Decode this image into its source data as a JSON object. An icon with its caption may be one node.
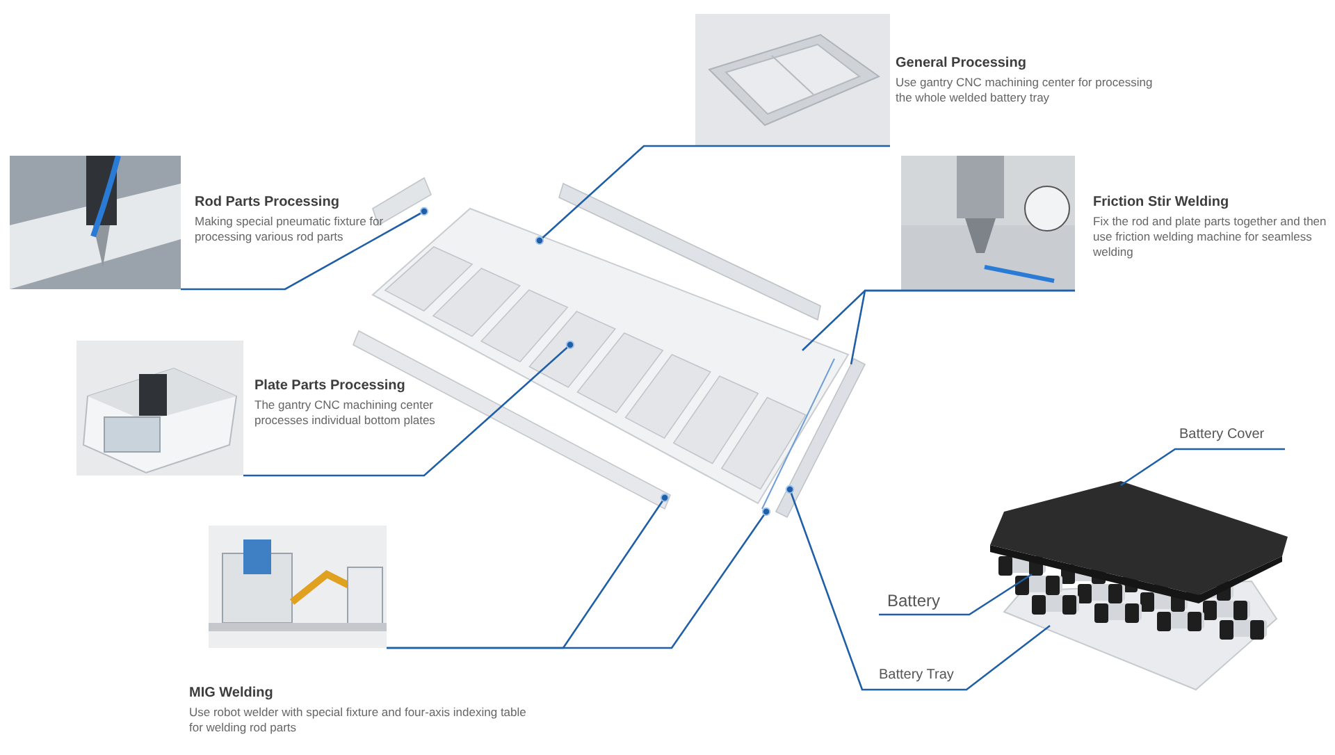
{
  "diagram": {
    "nodes": [
      {
        "text": [
          "General Processing",
          "Use gantry CNC machining center for processing the whole welded battery tray"
        ]
      },
      {
        "text": [],
        "shape": "picture"
      },
      {
        "text": [
          "Rod Parts Processing",
          "Making special pneumatic fixture for processing various rod parts"
        ]
      },
      {
        "text": [],
        "shape": "picture"
      },
      {
        "text": [
          "Friction Stir Welding",
          "Fix the rod and plate parts together and then use friction welding machine for seamless welding"
        ]
      },
      {
        "text": [],
        "shape": "picture"
      },
      {
        "text": [
          "Plate Parts Processing",
          "The gantry CNC machining center processes individual bottom plates"
        ]
      },
      {
        "text": [],
        "shape": "picture"
      },
      {
        "text": [
          "MIG Welding",
          "Use robot welder with special fixture and four-axis indexing table for welding rod parts"
        ]
      },
      {
        "text": [],
        "shape": "picture"
      },
      {
        "text": [],
        "shape": "picture"
      },
      {
        "text": [],
        "shape": "picture"
      },
      {
        "text": [
          "Battery Cover"
        ]
      },
      {
        "text": [
          "Battery"
        ]
      },
      {
        "text": [
          "Battery Tray"
        ]
      }
    ],
    "edges": [
      {
        "from": 1,
        "to": 10,
        "arrow": "other"
      },
      {
        "from": 3,
        "to": 10,
        "arrow": "other"
      },
      {
        "from": 5,
        "to": 10,
        "arrow": "none"
      },
      {
        "from": 5,
        "to": 10,
        "arrow": "none"
      },
      {
        "from": 7,
        "to": 10,
        "arrow": "other"
      },
      {
        "from": 9,
        "to": 10,
        "arrow": "other"
      },
      {
        "from": 9,
        "to": 10,
        "arrow": "other"
      },
      {
        "from": 12,
        "to": 11,
        "arrow": "none"
      },
      {
        "from": 13,
        "to": 11,
        "arrow": "none"
      },
      {
        "from": 14,
        "to": 11,
        "arrow": "none"
      },
      {
        "from": 14,
        "to": 10,
        "arrow": "other"
      }
    ]
  }
}
